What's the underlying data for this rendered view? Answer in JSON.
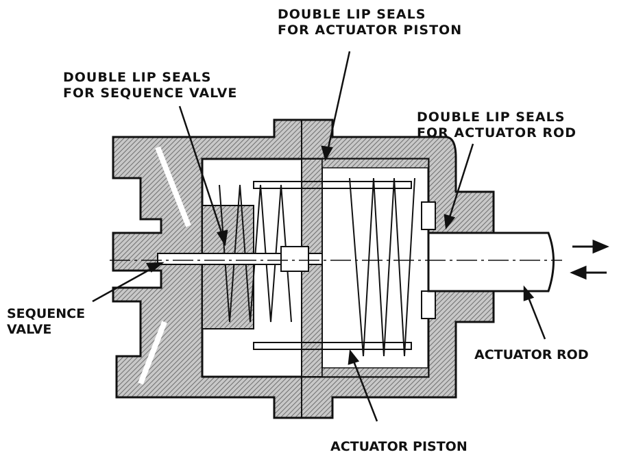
{
  "labels": {
    "piston_seals": {
      "line1": "DOUBLE LIP SEALS",
      "line2": "FOR ACTUATOR PISTON"
    },
    "valve_seals": {
      "line1": "DOUBLE LIP SEALS",
      "line2": "FOR SEQUENCE VALVE"
    },
    "rod_seals": {
      "line1": "DOUBLE LIP SEALS",
      "line2": "FOR ACTUATOR ROD"
    },
    "sequence_valve": {
      "line1": "SEQUENCE",
      "line2": "VALVE"
    },
    "actuator_rod": "ACTUATOR ROD",
    "actuator_piston": "ACTUATOR PISTON"
  },
  "colors": {
    "ink": "#111111",
    "hatch": "#8a8a8a",
    "paper": "#ffffff"
  }
}
